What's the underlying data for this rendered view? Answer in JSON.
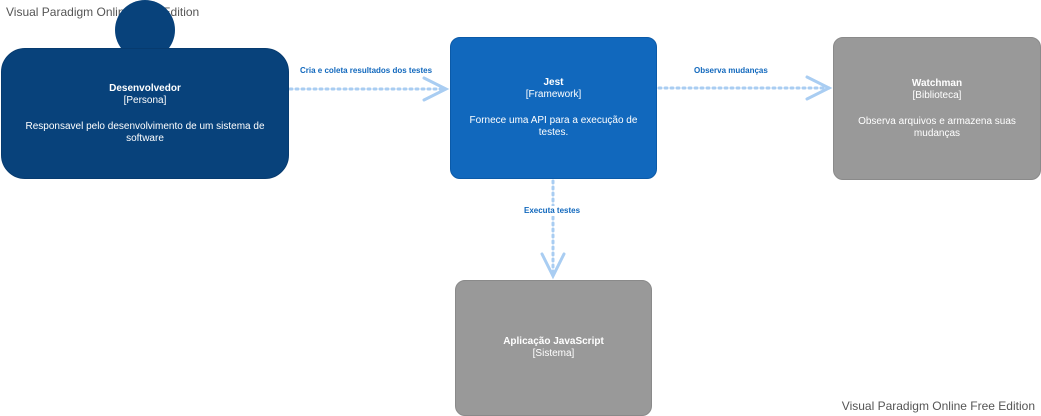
{
  "watermark": "Visual Paradigm Online Free Edition",
  "nodes": {
    "desenvolvedor": {
      "title": "Desenvolvedor",
      "type": "[Persona]",
      "description": "Responsavel pelo desenvolvimento de um sistema de software"
    },
    "jest": {
      "title": "Jest",
      "type": "[Framework]",
      "description": "Fornece uma API para a execução de testes."
    },
    "watchman": {
      "title": "Watchman",
      "type": "[Biblioteca]",
      "description": "Observa arquivos e armazena suas mudanças"
    },
    "aplicacao": {
      "title": "Aplicação JavaScript",
      "type": "[Sistema]"
    }
  },
  "edges": {
    "cria": "Cria e coleta resultados dos testes",
    "observa": "Observa mudanças",
    "executa": "Executa testes"
  },
  "colors": {
    "person": "#08427b",
    "container": "#1168bd",
    "external": "#999999",
    "edge": "#a9cdf2",
    "edge_label": "#1168bd"
  }
}
